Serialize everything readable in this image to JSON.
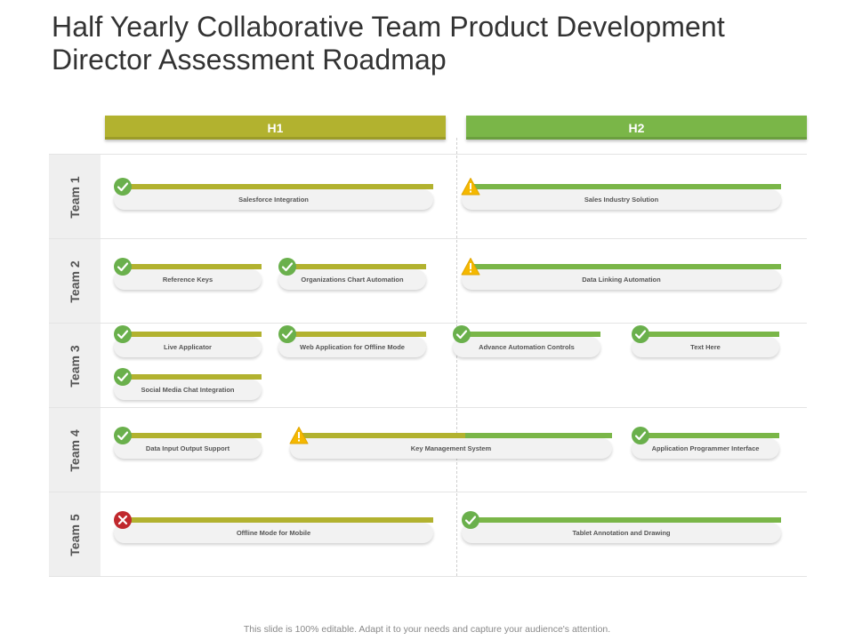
{
  "title": "Half Yearly Collaborative Team Product Development Director Assessment Roadmap",
  "phases": [
    {
      "label": "H1",
      "color": "#b2b22f"
    },
    {
      "label": "H2",
      "color": "#7ab648"
    }
  ],
  "rows": [
    {
      "label": "Team 1",
      "tasks": [
        {
          "label": "Salesforce  Integration",
          "status": "done"
        },
        {
          "label": "Sales  Industry  Solution",
          "status": "warning"
        }
      ]
    },
    {
      "label": "Team 2",
      "tasks": [
        {
          "label": "Reference  Keys",
          "status": "done"
        },
        {
          "label": "Organizations  Chart Automation",
          "status": "done"
        },
        {
          "label": "Data  Linking Automation",
          "status": "warning"
        }
      ]
    },
    {
      "label": "Team 3",
      "tasks": [
        {
          "label": "Live Applicator",
          "status": "done"
        },
        {
          "label": "Web Application for Offline Mode",
          "status": "done"
        },
        {
          "label": "Advance  Automation Controls",
          "status": "done"
        },
        {
          "label": "Text  Here",
          "status": "done"
        },
        {
          "label": "Social  Media Chat Integration",
          "status": "done"
        }
      ]
    },
    {
      "label": "Team 4",
      "tasks": [
        {
          "label": "Data  Input Output  Support",
          "status": "done"
        },
        {
          "label": "Key  Management  System",
          "status": "warning"
        },
        {
          "label": "Application  Programmer  Interface",
          "status": "done"
        }
      ]
    },
    {
      "label": "Team 5",
      "tasks": [
        {
          "label": "Offline Mode for Mobile",
          "status": "blocked"
        },
        {
          "label": "Tablet  Annotation and Drawing",
          "status": "done"
        }
      ]
    }
  ],
  "colors": {
    "h1": "#b2b22f",
    "h2": "#7ab648",
    "done": "#6ab04c",
    "warning": "#f5b800",
    "blocked": "#c0282d"
  },
  "footer": "This slide is 100% editable. Adapt it to your needs and capture your audience's attention."
}
